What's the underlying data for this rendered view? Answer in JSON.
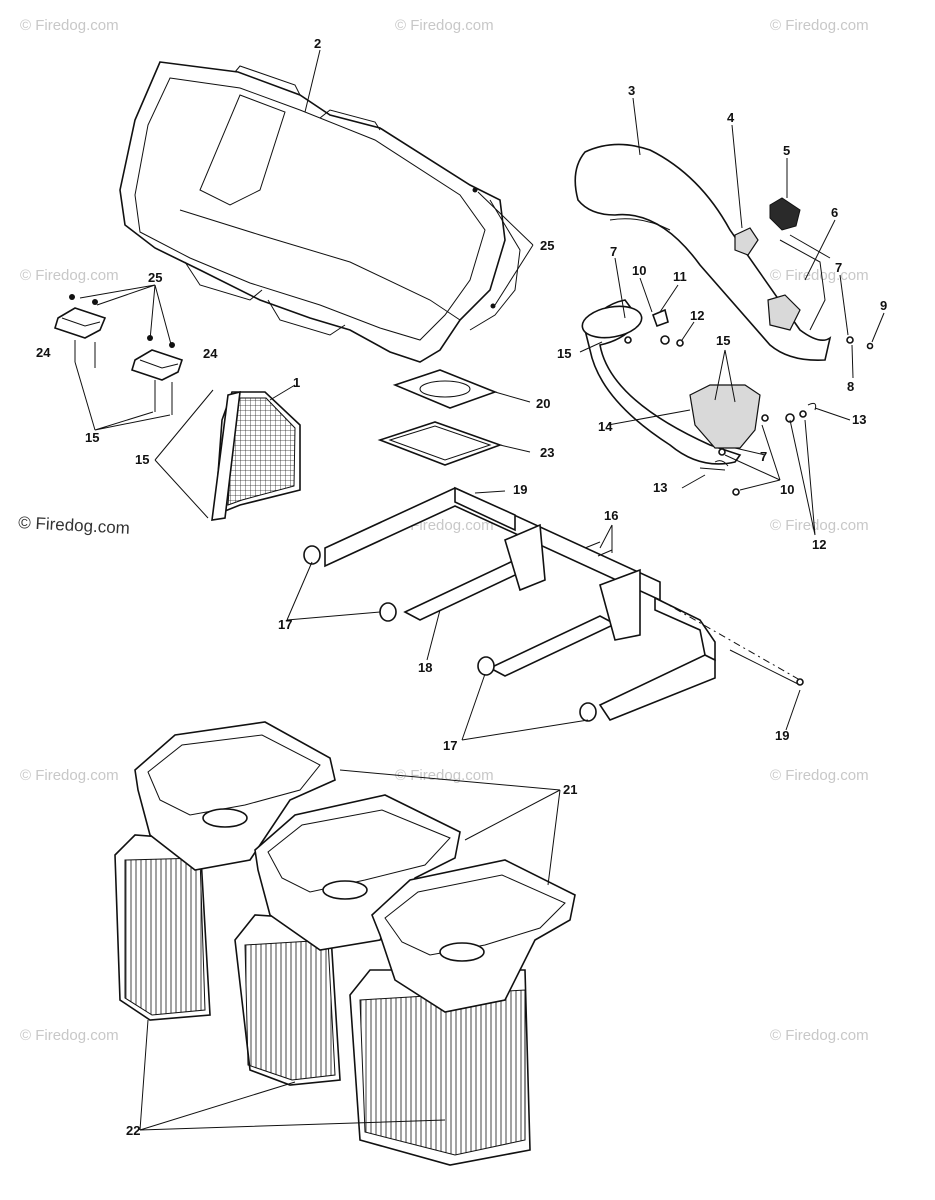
{
  "watermark": "© Firedog.com",
  "callouts": [
    "1",
    "2",
    "3",
    "4",
    "5",
    "6",
    "7",
    "8",
    "9",
    "10",
    "11",
    "12",
    "13",
    "14",
    "15",
    "16",
    "17",
    "18",
    "19",
    "20",
    "21",
    "22",
    "23",
    "24",
    "25"
  ]
}
